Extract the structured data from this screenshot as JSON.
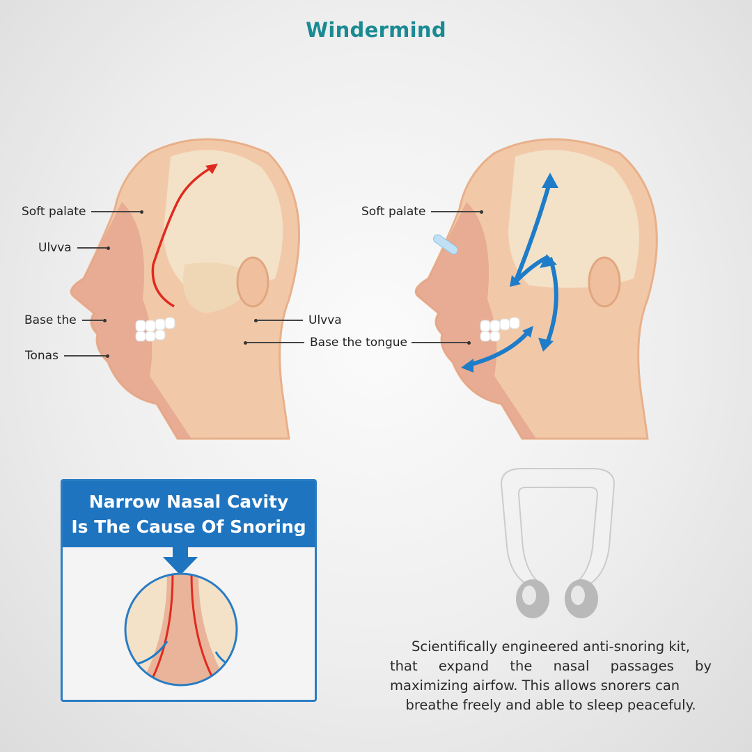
{
  "brand": {
    "logo": "Windermind",
    "color": "#1a8a93"
  },
  "left_diagram": {
    "labels": {
      "soft_palate": "Soft palate",
      "ulvva_front": "Ulvva",
      "base_the": "Base the",
      "tonas": "Tonas",
      "ulvva_back": "Ulvva",
      "base_the_tongue": "Base the tongue"
    },
    "airflow_color": "#e02a1e"
  },
  "right_diagram": {
    "labels": {
      "soft_palate": "Soft palate"
    },
    "airflow_color": "#1e7cc8"
  },
  "callout": {
    "title_line1": "Narrow Nasal Cavity",
    "title_line2": "Is The Cause Of Snoring",
    "header_color": "#1f74bf"
  },
  "description": {
    "line1": "Scientifically engineered anti-snoring kit,",
    "line2_words": [
      "that",
      "expand",
      "the",
      "nasal",
      "passages",
      "by"
    ],
    "line3": "maximizing airfow. This allows snorers can",
    "line4": "breathe freely and able to sleep peacefuly."
  }
}
